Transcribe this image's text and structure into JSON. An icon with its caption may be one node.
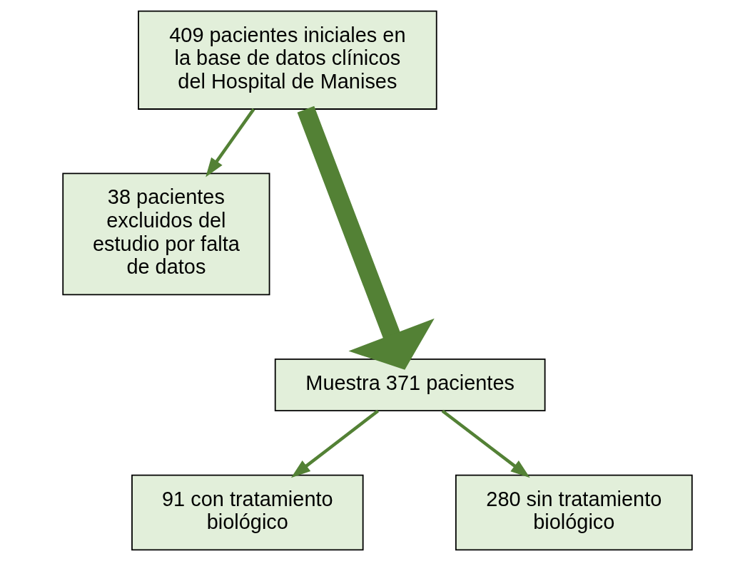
{
  "diagram": {
    "nodes": [
      {
        "text": [
          "409 pacientes iniciales en la base de datos clínicos del Hospital de Manises"
        ]
      },
      {
        "text": [
          "38 pacientes excluidos del estudio por falta de datos"
        ]
      },
      {
        "text": [
          "Muestra 371 pacientes"
        ]
      },
      {
        "text": [
          "91 con tratamiento biológico"
        ]
      },
      {
        "text": [
          "280 sin tratamiento biológico"
        ]
      }
    ],
    "edges": [
      {
        "from": 0,
        "to": 2,
        "arrow": "to",
        "style": "thick"
      },
      {
        "from": 0,
        "to": 1,
        "arrow": "to"
      },
      {
        "from": 2,
        "to": 3,
        "arrow": "to"
      },
      {
        "from": 2,
        "to": 4,
        "arrow": "to"
      }
    ]
  }
}
